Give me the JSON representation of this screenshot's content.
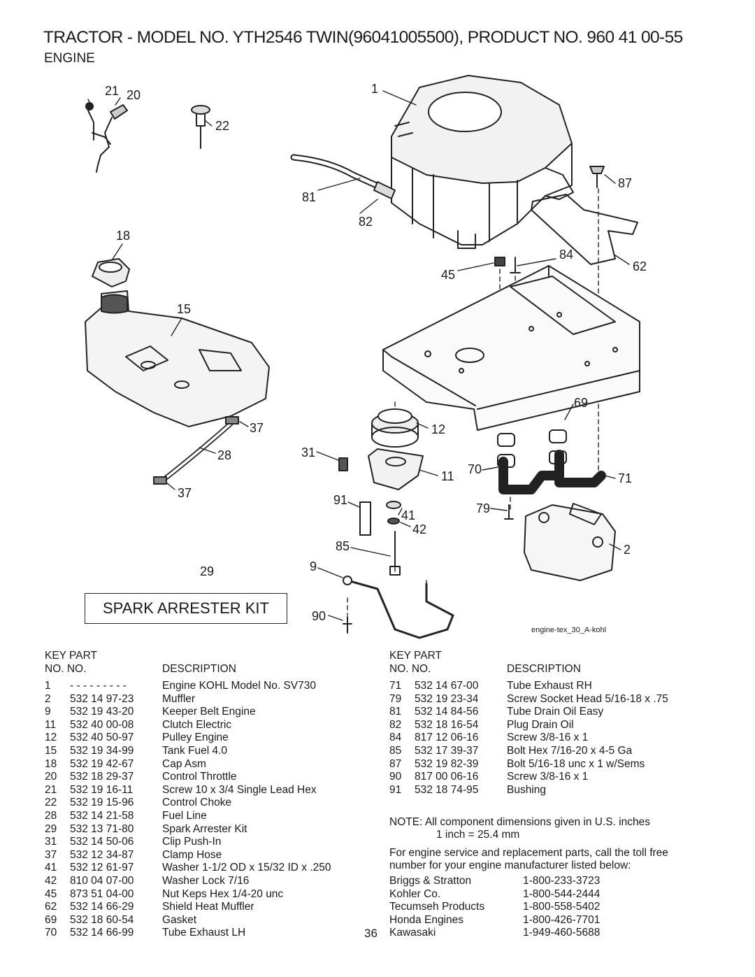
{
  "header": {
    "title": "TRACTOR - MODEL NO. YTH2546 TWIN(96041005500), PRODUCT NO. 960 41 00-55",
    "section": "ENGINE"
  },
  "diagram": {
    "callouts": [
      "1",
      "20",
      "21",
      "22",
      "87",
      "81",
      "82",
      "18",
      "84",
      "45",
      "62",
      "15",
      "69",
      "12",
      "37",
      "31",
      "28",
      "70",
      "71",
      "11",
      "37",
      "91",
      "79",
      "41",
      "42",
      "2",
      "85",
      "9",
      "29",
      "90"
    ],
    "kit_label": "SPARK ARRESTER KIT",
    "image_code": "engine-tex_30_A-kohl"
  },
  "parts_table": {
    "key_label": "KEY PART",
    "no_label": "NO.  NO.",
    "description_label": "DESCRIPTION",
    "left": [
      {
        "key": "1",
        "part": "- - -  - -  - - - -",
        "desc": "Engine KOHL Model No. SV730"
      },
      {
        "key": "2",
        "part": "532 14 97-23",
        "desc": "Muffler"
      },
      {
        "key": "9",
        "part": "532 19 43-20",
        "desc": "Keeper Belt Engine"
      },
      {
        "key": "11",
        "part": "532 40 00-08",
        "desc": "Clutch Electric"
      },
      {
        "key": "12",
        "part": "532 40 50-97",
        "desc": "Pulley Engine"
      },
      {
        "key": "15",
        "part": "532 19 34-99",
        "desc": "Tank Fuel 4.0"
      },
      {
        "key": "18",
        "part": "532 19 42-67",
        "desc": "Cap Asm"
      },
      {
        "key": "20",
        "part": "532 18 29-37",
        "desc": "Control Throttle"
      },
      {
        "key": "21",
        "part": "532 19 16-11",
        "desc": "Screw 10 x 3/4 Single Lead Hex"
      },
      {
        "key": "22",
        "part": "532 19 15-96",
        "desc": "Control Choke"
      },
      {
        "key": "28",
        "part": "532 14 21-58",
        "desc": "Fuel Line"
      },
      {
        "key": "29",
        "part": "532 13 71-80",
        "desc": "Spark Arrester Kit"
      },
      {
        "key": "31",
        "part": "532 14 50-06",
        "desc": "Clip Push-In"
      },
      {
        "key": "37",
        "part": "532 12 34-87",
        "desc": "Clamp Hose"
      },
      {
        "key": "41",
        "part": "532 12 61-97",
        "desc": "Washer 1-1/2 OD x 15/32 ID x .250"
      },
      {
        "key": "42",
        "part": "810 04 07-00",
        "desc": "Washer Lock 7/16"
      },
      {
        "key": "45",
        "part": "873 51 04-00",
        "desc": "Nut Keps Hex 1/4-20 unc"
      },
      {
        "key": "62",
        "part": "532 14 66-29",
        "desc": "Shield Heat Muffler"
      },
      {
        "key": "69",
        "part": "532 18 60-54",
        "desc": "Gasket"
      },
      {
        "key": "70",
        "part": "532 14 66-99",
        "desc": "Tube Exhaust LH"
      }
    ],
    "right": [
      {
        "key": "71",
        "part": "532 14 67-00",
        "desc": "Tube Exhaust RH"
      },
      {
        "key": "79",
        "part": "532 19 23-34",
        "desc": "Screw Socket Head 5/16-18 x .75"
      },
      {
        "key": "81",
        "part": "532 14 84-56",
        "desc": "Tube Drain Oil Easy"
      },
      {
        "key": "82",
        "part": "532 18 16-54",
        "desc": "Plug Drain Oil"
      },
      {
        "key": "84",
        "part": "817 12 06-16",
        "desc": "Screw 3/8-16 x 1"
      },
      {
        "key": "85",
        "part": "532 17 39-37",
        "desc": "Bolt Hex 7/16-20 x 4-5 Ga"
      },
      {
        "key": "87",
        "part": "532 19 82-39",
        "desc": "Bolt 5/16-18 unc x 1 w/Sems"
      },
      {
        "key": "90",
        "part": "817 00 06-16",
        "desc": "Screw 3/8-16 x 1"
      },
      {
        "key": "91",
        "part": "532 18 74-95",
        "desc": "Bushing"
      }
    ]
  },
  "notes": {
    "note_line1": "NOTE:  All component dimensions given in U.S. inches",
    "note_line2": "1 inch = 25.4 mm",
    "service_line1": "For engine service and replacement parts, call the toll free",
    "service_line2": "number for your engine manufacturer listed below:",
    "manufacturers": [
      {
        "name": "Briggs & Stratton",
        "phone": "1-800-233-3723"
      },
      {
        "name": "Kohler Co.",
        "phone": "1-800-544-2444"
      },
      {
        "name": "Tecumseh Products",
        "phone": "1-800-558-5402"
      },
      {
        "name": "Honda Engines",
        "phone": "1-800-426-7701"
      },
      {
        "name": "Kawasaki",
        "phone": "1-949-460-5688"
      }
    ]
  },
  "page_number": "36"
}
